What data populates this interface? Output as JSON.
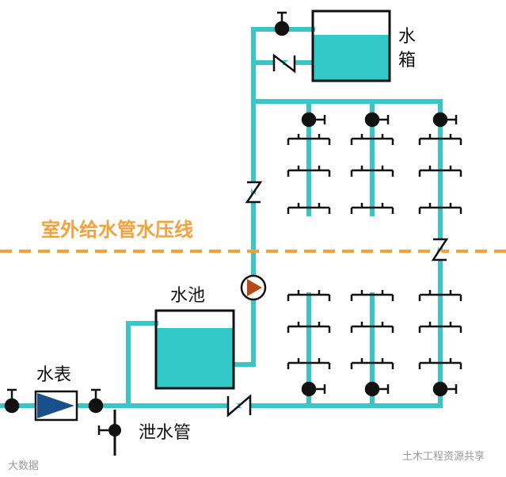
{
  "labels": {
    "tank_top_line1": "水",
    "tank_top_line2": "箱",
    "pressure_line": "室外给水管水压线",
    "pool": "水池",
    "meter": "水表",
    "drain": "泄水管"
  },
  "watermarks": {
    "left": "大数据",
    "right": "土木工程资源共享"
  },
  "colors": {
    "pipe": "#3ac5c8",
    "water": "#33c9c9",
    "pressure_line": "#f3a13a",
    "pump": "#b84a18",
    "meter": "#1b4f8c",
    "stroke": "#111111"
  }
}
